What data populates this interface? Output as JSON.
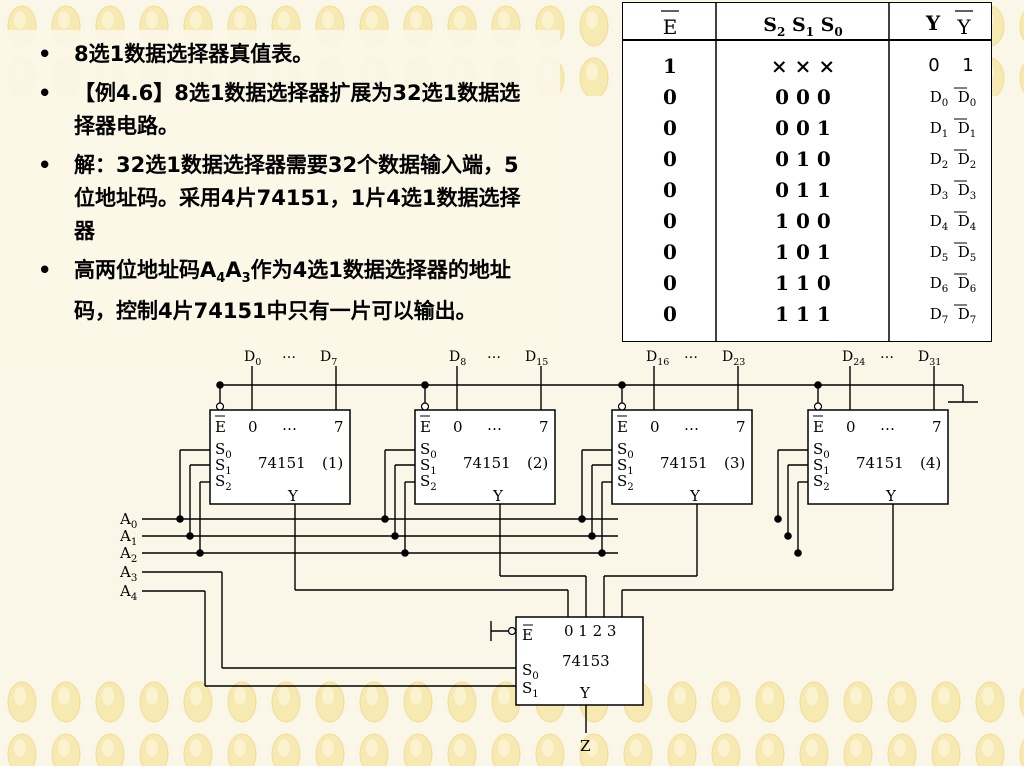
{
  "bullets": [
    {
      "text": "8选1数据选择器真值表。"
    },
    {
      "text": "【例4.6】8选1数据选择器扩展为32选1数据选择器电路。"
    },
    {
      "text": "解：32选1数据选择器需要32个数据输入端，5位地址码。采用4片74151，1片4选1数据选择器"
    },
    {
      "pre": "高两位地址码A",
      "s1": "4",
      "mid": "A",
      "s2": "3",
      "post": "作为4选1数据选择器的地址码，控制4片74151中只有一片可以输出。"
    }
  ],
  "truth_table": {
    "headers": {
      "e": "E",
      "s": [
        "S",
        "2",
        " S",
        "1",
        " S",
        "0"
      ],
      "y": "Y",
      "ybar": "Y"
    },
    "rows": [
      {
        "e": "1",
        "s": "× × ×",
        "y": "0",
        "ybar": "1"
      },
      {
        "e": "0",
        "s": "0  0  0",
        "y": "D0",
        "ybar": "D0"
      },
      {
        "e": "0",
        "s": "0  0  1",
        "y": "D1",
        "ybar": "D1"
      },
      {
        "e": "0",
        "s": "0  1  0",
        "y": "D2",
        "ybar": "D2"
      },
      {
        "e": "0",
        "s": "0  1  1",
        "y": "D3",
        "ybar": "D3"
      },
      {
        "e": "0",
        "s": "1  0  0",
        "y": "D4",
        "ybar": "D4"
      },
      {
        "e": "0",
        "s": "1  0  1",
        "y": "D5",
        "ybar": "D5"
      },
      {
        "e": "0",
        "s": "1  1  0",
        "y": "D6",
        "ybar": "D6"
      },
      {
        "e": "0",
        "s": "1  1  1",
        "y": "D7",
        "ybar": "D7"
      }
    ]
  },
  "circuit": {
    "chips": [
      {
        "name": "74151",
        "num": "(1)",
        "d_lo": "D0",
        "d_hi": "D7"
      },
      {
        "name": "74151",
        "num": "(2)",
        "d_lo": "D8",
        "d_hi": "D15"
      },
      {
        "name": "74151",
        "num": "(3)",
        "d_lo": "D16",
        "d_hi": "D23"
      },
      {
        "name": "74151",
        "num": "(4)",
        "d_lo": "D24",
        "d_hi": "D31"
      }
    ],
    "pin_e": "E",
    "pin_0": "0",
    "pin_dots": "…",
    "pin_7": "7",
    "pin_s0": "S0",
    "pin_s1": "S1",
    "pin_s2": "S2",
    "pin_y": "Y",
    "addr": [
      "A0",
      "A1",
      "A2",
      "A3",
      "A4"
    ],
    "mux": {
      "name": "74153",
      "inputs": "0 1 2 3",
      "pin_e": "E",
      "pin_s0": "S0",
      "pin_s1": "S1",
      "pin_y": "Y",
      "output": "Z"
    }
  }
}
